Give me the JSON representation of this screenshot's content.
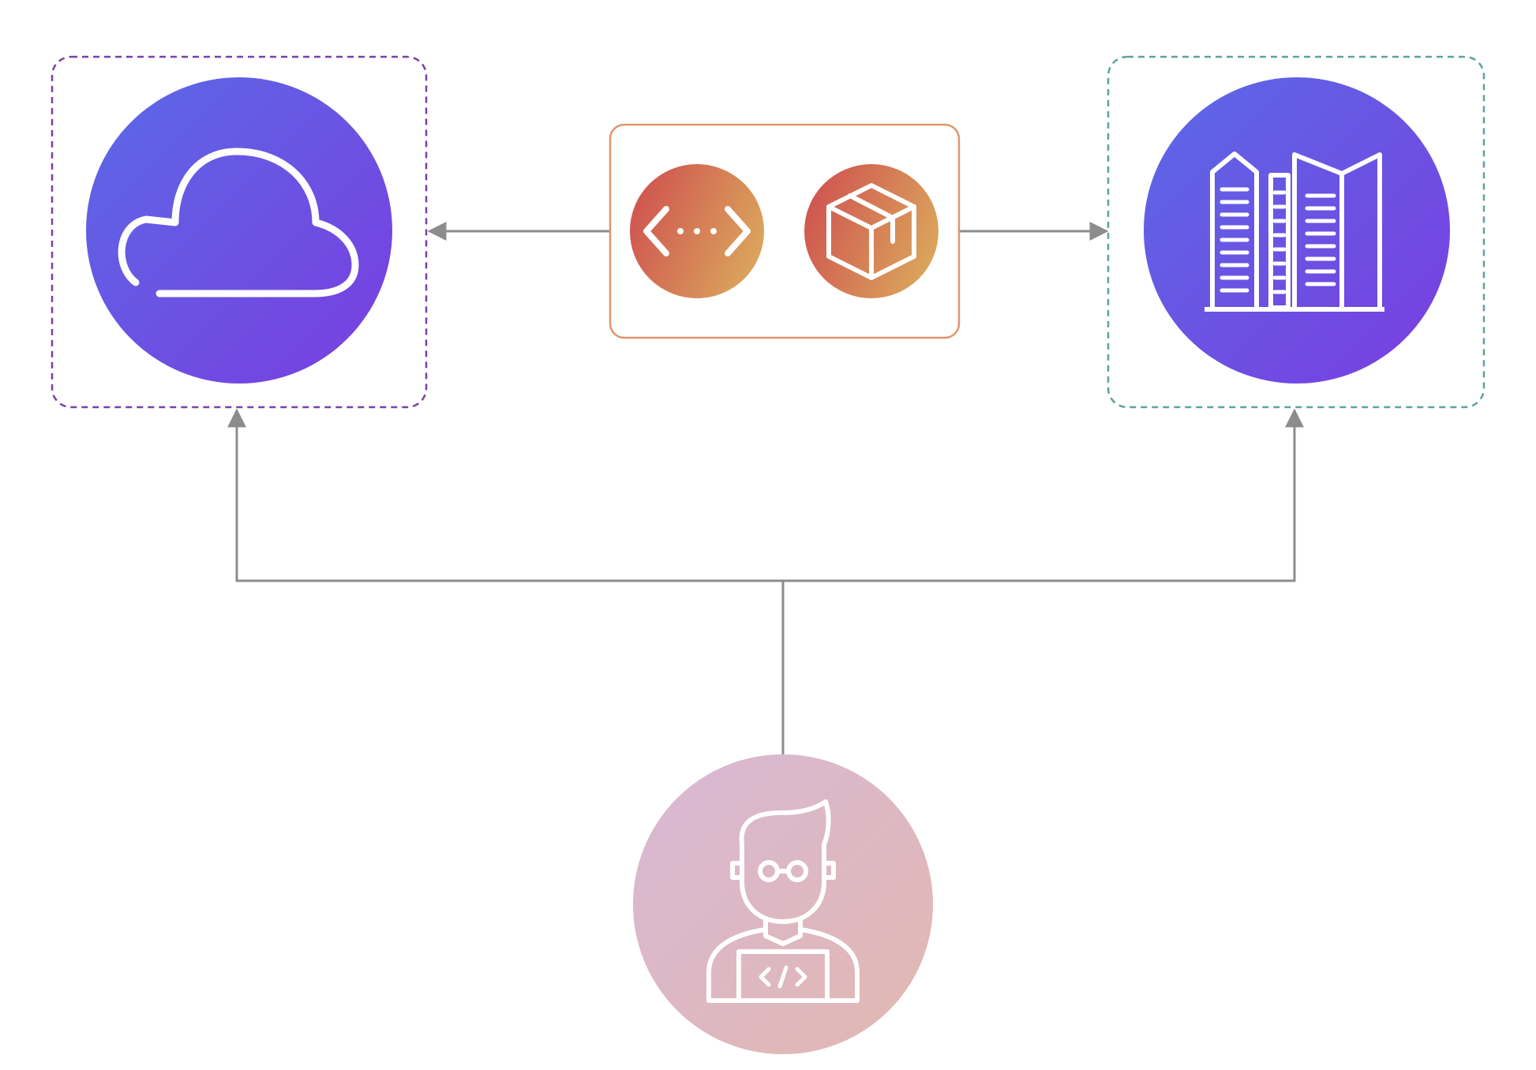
{
  "diagram": {
    "nodes": {
      "cloud": {
        "icon": "cloud-icon",
        "fill": [
          "#5a6ae6",
          "#7a3de0"
        ],
        "group_border": "#7b3fa6"
      },
      "on_premises": {
        "icon": "office-buildings-icon",
        "fill": [
          "#5a6ae6",
          "#7a3de0"
        ],
        "group_border": "#5aa39e"
      },
      "developer": {
        "icon": "developer-icon",
        "fill": [
          "#d8b8d6",
          "#e2b8b0"
        ]
      },
      "package_box": {
        "border": "#e0956a",
        "icons": [
          "code-icon",
          "package-icon"
        ],
        "fill": [
          "#cf5450",
          "#dba85c"
        ]
      }
    },
    "edges": [
      {
        "from": "package_box",
        "to": "cloud"
      },
      {
        "from": "package_box",
        "to": "on_premises"
      },
      {
        "from": "developer",
        "to": "cloud"
      },
      {
        "from": "developer",
        "to": "on_premises"
      }
    ],
    "colors": {
      "connector": "#8c8c8c",
      "icon_stroke": "#ffffff"
    }
  }
}
